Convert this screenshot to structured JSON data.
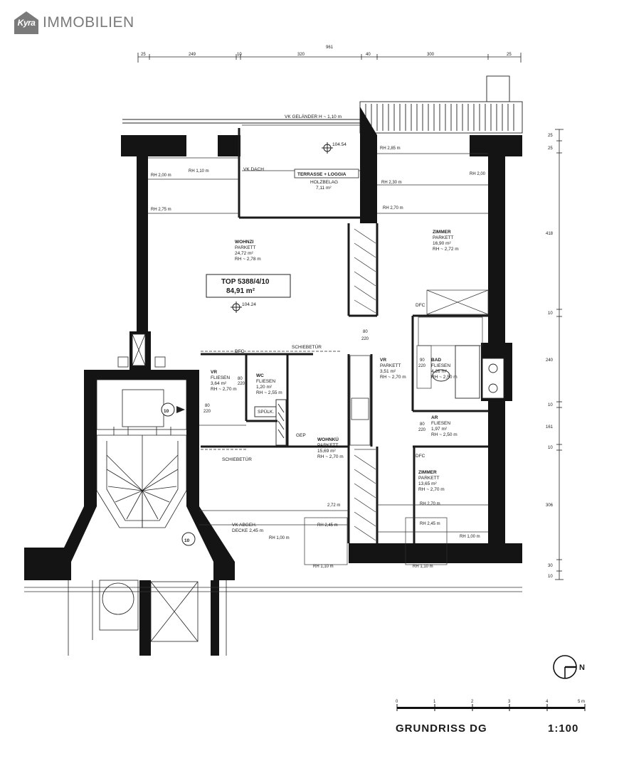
{
  "logo": {
    "mark": "Kyra",
    "word": "IMMOBILIEN"
  },
  "top_dimensions": [
    "961",
    "25",
    "249",
    "10",
    "320",
    "40",
    "300",
    "25"
  ],
  "side_dimensions": [
    "25",
    "25",
    "418",
    "10",
    "240",
    "10",
    "161",
    "10",
    "306",
    "30",
    "10"
  ],
  "unit": {
    "title": "TOP 5388/4/10",
    "area": "84,91 m²",
    "level": "104.24"
  },
  "rooms": [
    {
      "id": "wohnzi",
      "name": "WOHNZI",
      "floor": "PARKETT",
      "area": "24,72 m²",
      "height": "RH ~ 2,78 m"
    },
    {
      "id": "zimmer-1",
      "name": "ZIMMER",
      "floor": "PARKETT",
      "area": "16,90 m²",
      "height": "RH ~ 2,72 m"
    },
    {
      "id": "terrasse",
      "name": "TERRASSE + LOGGIA",
      "floor": "HOLZBELAG",
      "area": "7,11 m²",
      "height": ""
    },
    {
      "id": "vr-1",
      "name": "VR",
      "floor": "FLIESEN",
      "area": "3,64 m²",
      "height": "RH ~ 2,70 m"
    },
    {
      "id": "wc",
      "name": "WC",
      "floor": "FLIESEN",
      "area": "1,20 m²",
      "height": "RH ~ 2,55 m"
    },
    {
      "id": "vr-2",
      "name": "VR",
      "floor": "PARKETT",
      "area": "3,51 m²",
      "height": "RH ~ 2,70 m"
    },
    {
      "id": "bad",
      "name": "BAD",
      "floor": "FLIESEN",
      "area": "4,26 m²",
      "height": "RH ~ 2,50 m"
    },
    {
      "id": "ar",
      "name": "AR",
      "floor": "FLIESEN",
      "area": "1,97 m²",
      "height": "RH ~ 2,50 m"
    },
    {
      "id": "wohnkue",
      "name": "WOHNKÜ",
      "floor": "PARKETT",
      "area": "15,69 m²",
      "height": "RH ~ 2,70 m"
    },
    {
      "id": "zimmer-2",
      "name": "ZIMMER",
      "floor": "PARKETT",
      "area": "13,65 m²",
      "height": "RH ~ 2,70 m"
    }
  ],
  "annotations": {
    "gelaender": "VK GELÄNDER H ~ 1,10 m",
    "vk_dach": "VK DACH",
    "schiebetuer_1": "SCHIEBETÜR",
    "schiebetuer_2": "SCHIEBETÜR",
    "vk_abgeh": "VK ABGEH.",
    "decke": "DECKE 2,45 m",
    "spuelkasten": "SPÜLK.",
    "dfc_1": "DFC",
    "dfc_2": "DFC",
    "dfc_3": "DFC",
    "gep": "GEP",
    "level_terrace": "104.54",
    "stair_tag_1": "10",
    "stair_tag_2": "10",
    "rh_1": "RH 2,00 m",
    "rh_2": "RH 1,10 m",
    "rh_3": "RH 2,75 m",
    "rh_4": "RH 2,30 m",
    "rh_5": "RH 2,70 m",
    "rh_6": "RH 2,00",
    "rh_7": "RH 2,85 m",
    "rh_8": "RH 1,00 m",
    "rh_9": "RH 2,45 m",
    "rh_10": "RH 1,10 m",
    "rh_11": "RH 1,10 m",
    "rh_12": "RH 2,45 m",
    "rh_13": "RH 1,00 m",
    "rh_14": "RH 2,70 m",
    "rh_15": "2,72 m",
    "door_1": "80",
    "door_2": "220",
    "door_3": "80",
    "door_4": "220",
    "door_5": "90",
    "door_6": "220",
    "door_7": "80",
    "door_8": "220",
    "door_9": "80",
    "door_10": "220"
  },
  "north": "N",
  "scale_bar": [
    "0",
    "1",
    "2",
    "3",
    "4",
    "5 m"
  ],
  "footer": {
    "title": "GRUNDRISS DG",
    "scale": "1:100"
  }
}
